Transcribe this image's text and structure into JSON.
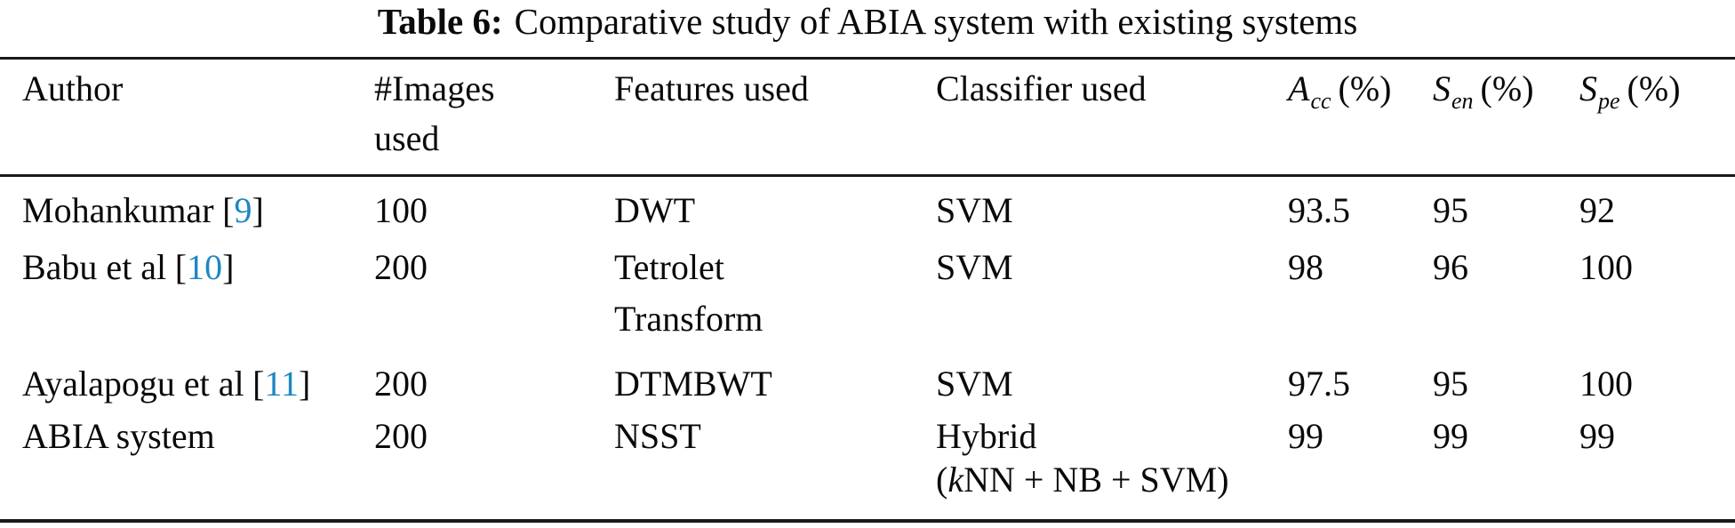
{
  "title": {
    "number": "Table 6:",
    "text": "Comparative study of ABIA system with existing systems"
  },
  "colors": {
    "citation_blue": "#1d87c4",
    "text": "#0a0a0a",
    "rule": "#1a1a1a"
  },
  "citation_brackets": {
    "open": "[",
    "close": "]"
  },
  "header": {
    "author": "Author",
    "images_line1": "#Images",
    "images_line2": "used",
    "features": "Features used",
    "classifier": "Classifier used",
    "acc": {
      "symbol": "A",
      "subscript": "cc",
      "unit": "(%)"
    },
    "sen": {
      "symbol": "S",
      "subscript": "en",
      "unit": "(%)"
    },
    "spe": {
      "symbol": "S",
      "subscript": "pe",
      "unit": "(%)"
    }
  },
  "rows": [
    {
      "author": "Mohankumar",
      "cite": "9",
      "images": "100",
      "features": "DWT",
      "classifier": "SVM",
      "acc": "93.5",
      "sen": "95",
      "spe": "92"
    },
    {
      "author": "Babu et al",
      "cite": "10",
      "images": "200",
      "features": "Tetrolet",
      "features_line2": "Transform",
      "classifier": "SVM",
      "acc": "98",
      "sen": "96",
      "spe": "100"
    },
    {
      "author": "Ayalapogu et al",
      "cite": "11",
      "images": "200",
      "features": "DTMBWT",
      "classifier": "SVM",
      "acc": "97.5",
      "sen": "95",
      "spe": "100"
    },
    {
      "author": "ABIA system",
      "images": "200",
      "features": "NSST",
      "classifier": "Hybrid",
      "classifier_line2_open": "(",
      "classifier_line2_k": "k",
      "classifier_line2_rest": "NN + NB + SVM)",
      "acc": "99",
      "sen": "99",
      "spe": "99"
    }
  ]
}
